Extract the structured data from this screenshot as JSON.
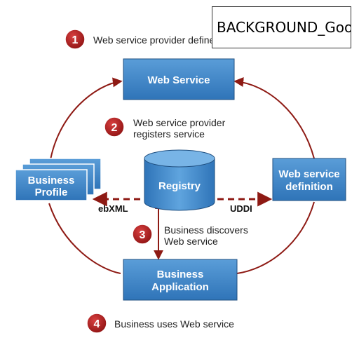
{
  "steps": [
    {
      "number": "1",
      "text": "Web service provider defines"
    },
    {
      "number": "2",
      "text_line1": "Web service provider",
      "text_line2": "registers service"
    },
    {
      "number": "3",
      "text_line1": "Business discovers",
      "text_line2": "Web service"
    },
    {
      "number": "4",
      "text": "Business uses Web service"
    }
  ],
  "nodes": {
    "web_service": "Web Service",
    "business_profile_line1": "Business",
    "business_profile_line2": "Profile",
    "registry": "Registry",
    "ws_definition_line1": "Web service",
    "ws_definition_line2": "definition",
    "business_app_line1": "Business",
    "business_app_line2": "Application"
  },
  "edge_labels": {
    "ebxml": "ebXML",
    "uddi": "UDDI"
  },
  "overlay_tag": "BACKGROUND_Google",
  "colors": {
    "box": "#3f86c8",
    "arrow": "#8e1a14",
    "badge": "#b11c1c"
  }
}
